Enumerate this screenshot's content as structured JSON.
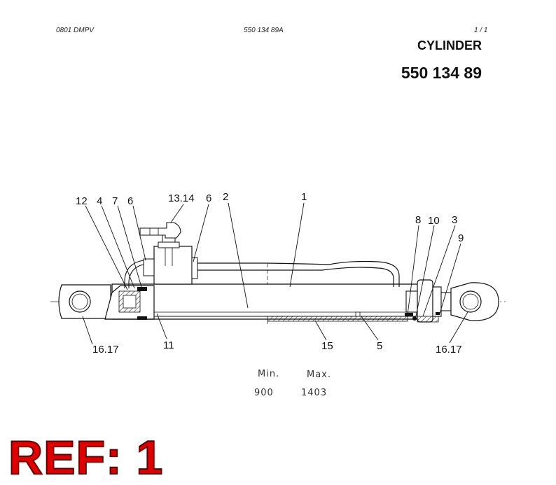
{
  "header": {
    "code_left": "0801 DMPV",
    "code_mid": "550 134 89A",
    "page": "1 /  1",
    "title": "CYLINDER",
    "part_number": "550 134 89"
  },
  "callouts": {
    "c12": "12",
    "c4": "4",
    "c7": "7",
    "c6a": "6",
    "c1314": "13.14",
    "c6b": "6",
    "c2": "2",
    "c1": "1",
    "c8": "8",
    "c10": "10",
    "c3": "3",
    "c9": "9",
    "c1617a": "16.17",
    "c11": "11",
    "c15": "15",
    "c5": "5",
    "c1617b": "16.17"
  },
  "dimensions": {
    "min_label": "Min.",
    "max_label": "Max.",
    "min_value": "900",
    "max_value": "1403"
  },
  "ref": {
    "label": "REF: 1"
  }
}
